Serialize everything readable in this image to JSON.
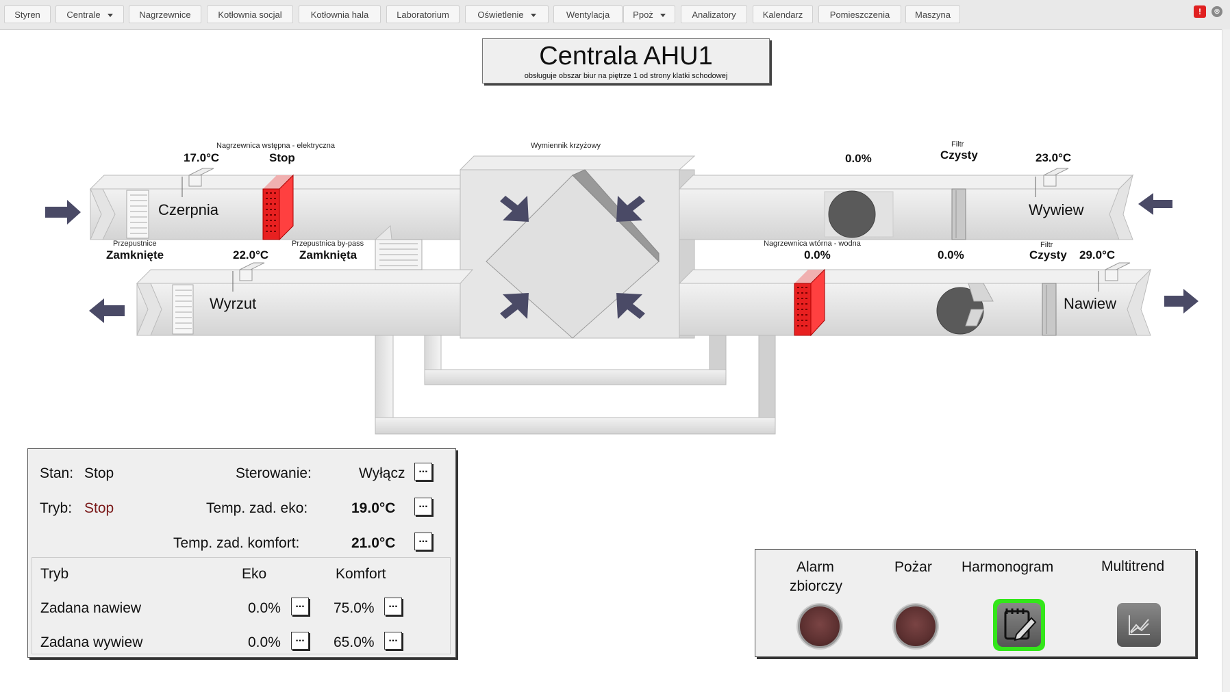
{
  "nav": {
    "items": [
      {
        "label": "Styren"
      },
      {
        "label": "Centrale"
      },
      {
        "label": "Nagrzewnice"
      },
      {
        "label": "Kotłownia socjal"
      },
      {
        "label": "Kotłownia hala"
      },
      {
        "label": "Laboratorium"
      },
      {
        "label": "Oświetlenie"
      },
      {
        "label": "Wentylacja"
      },
      {
        "label": "Ppoż"
      },
      {
        "label": "Analizatory"
      },
      {
        "label": "Kalendarz"
      },
      {
        "label": "Pomieszczenia"
      },
      {
        "label": "Maszyna"
      }
    ],
    "alarm_icon_text": "!",
    "close_icon_text": "⊗"
  },
  "header": {
    "title": "Centrala AHU1",
    "subtitle": "obsługuje obszar biur na piętrze 1 od strony klatki schodowej"
  },
  "diagram": {
    "intake_temp": "17.0°C",
    "preheater_title": "Nagrzewnica wstępna - elektryczna",
    "preheater_status": "Stop",
    "intake_label": "Czerpnia",
    "dampers_title": "Przepustnice",
    "dampers_status": "Zamknięte",
    "exhaust_temp": "22.0°C",
    "bypass_title": "Przepustnica by-pass",
    "bypass_status": "Zamknięta",
    "exhaust_label": "Wyrzut",
    "exchanger_title": "Wymiennik krzyżowy",
    "extract_fan_pct": "0.0%",
    "extract_filter_title": "Filtr",
    "extract_filter_status": "Czysty",
    "extract_temp": "23.0°C",
    "extract_label": "Wywiew",
    "secondary_heater_title": "Nagrzewnica wtórna - wodna",
    "secondary_heater_pct": "0.0%",
    "supply_fan_pct": "0.0%",
    "supply_filter_title": "Filtr",
    "supply_filter_status": "Czysty",
    "supply_temp": "29.0°C",
    "supply_label": "Nawiew"
  },
  "control": {
    "stan_label": "Stan:",
    "stan_value": "Stop",
    "sterowanie_label": "Sterowanie:",
    "sterowanie_value": "Wyłącz",
    "tryb_label": "Tryb:",
    "tryb_value": "Stop",
    "eko_label": "Temp. zad. eko:",
    "eko_value": "19.0°C",
    "komfort_label": "Temp. zad. komfort:",
    "komfort_value": "21.0°C",
    "table_col_mode": "Tryb",
    "table_col_eko": "Eko",
    "table_col_komfort": "Komfort",
    "row1_label": "Zadana nawiew",
    "row1_eko": "0.0%",
    "row1_komfort": "75.0%",
    "row2_label": "Zadana wywiew",
    "row2_eko": "0.0%",
    "row2_komfort": "65.0%",
    "dots": "..."
  },
  "status_panel": {
    "alarm_label_1": "Alarm",
    "alarm_label_2": "zbiorczy",
    "fire_label": "Pożar",
    "schedule_label": "Harmonogram",
    "multitrend_label": "Multitrend"
  },
  "colors": {
    "duct": "#e2e2e2",
    "heater": "#e82020",
    "arrow": "#4a4a66",
    "schedule_highlight": "#33e61a"
  }
}
